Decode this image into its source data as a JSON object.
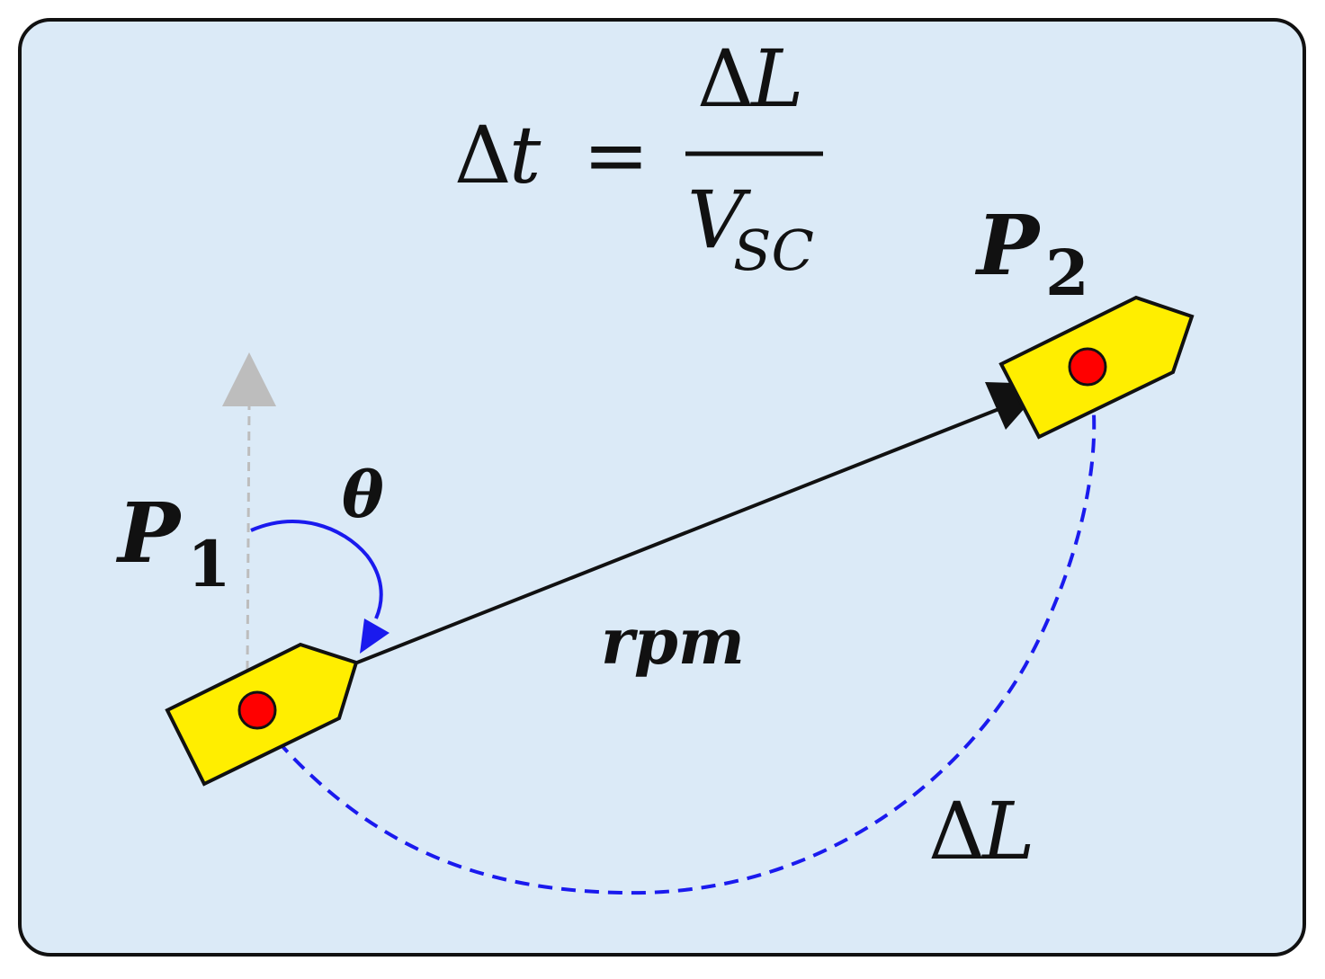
{
  "formula": {
    "lhs_delta": "Δ",
    "lhs_var": "t",
    "equals": "=",
    "numerator_delta": "Δ",
    "numerator_var": "L",
    "denominator_var": "V",
    "denominator_sub": "SC"
  },
  "labels": {
    "p2_letter": "P",
    "p2_sub": "2",
    "p1_letter": "P",
    "p1_sub": "1",
    "theta": "θ",
    "rpm": "rpm",
    "arc_delta": "Δ",
    "arc_var": "L"
  },
  "colors": {
    "background": "#dbeaf7",
    "ship_fill": "#ffee00",
    "position_dot": "#ff0000",
    "heading_arc": "#1a1aee",
    "path_arc": "#1a1aee",
    "north_arrow": "#bdbdbd",
    "trajectory": "#111111"
  }
}
